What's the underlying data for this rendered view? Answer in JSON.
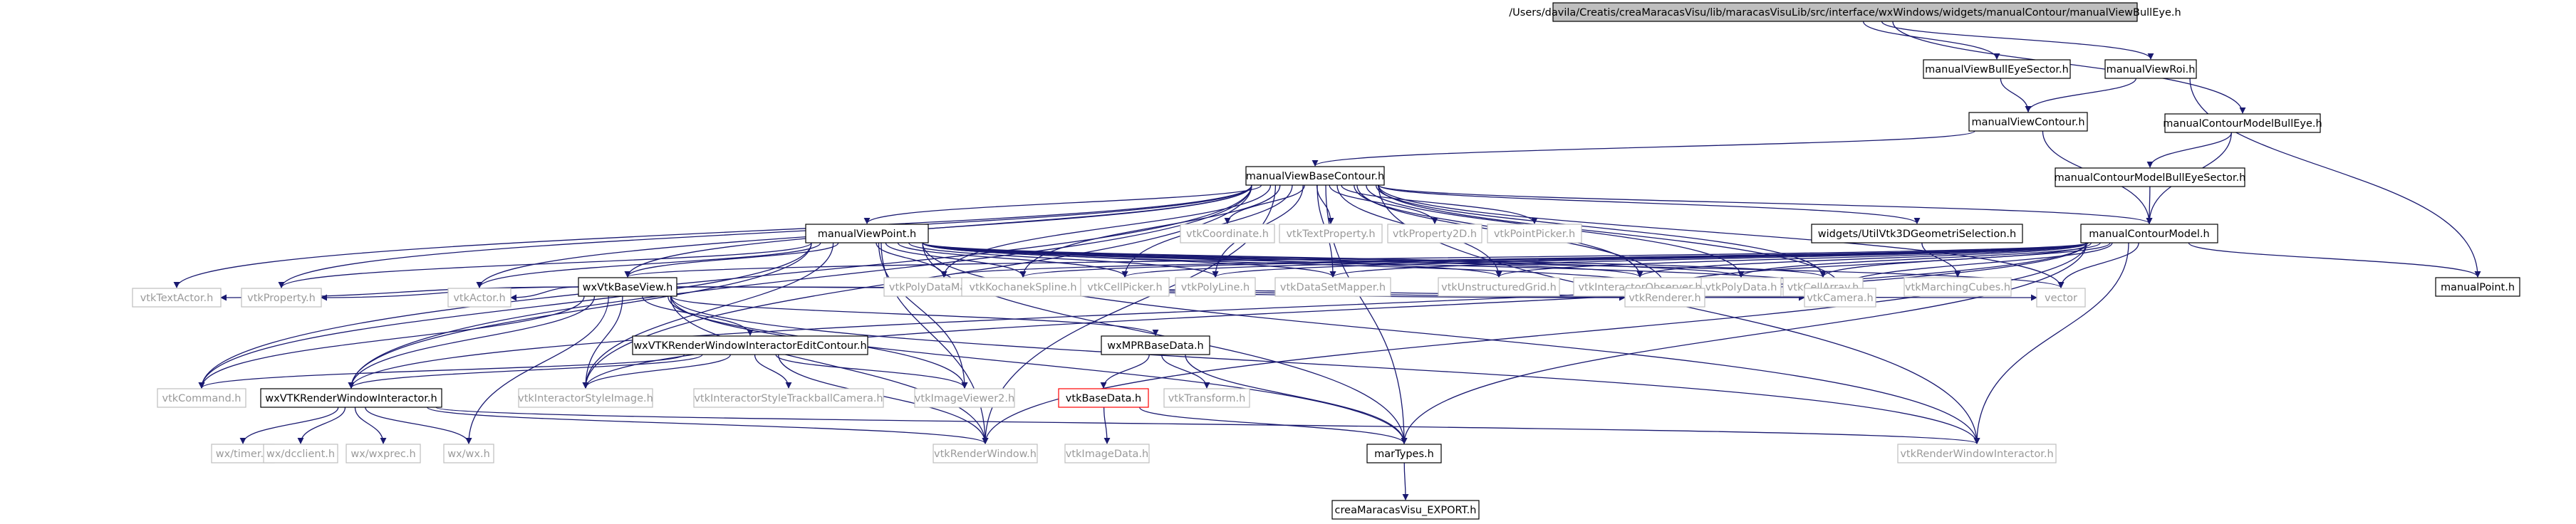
{
  "graph": {
    "root": "/Users/davila/Creatis/creaMaracasVisu/lib/maracasVisuLib/src/interface/wxWindows/widgets/manualContour/manualViewBullEye.h",
    "colors": {
      "edge": "#191970",
      "border_documented": "#000000",
      "border_external": "#bfbfbf",
      "border_missing": "#ff0000",
      "root_fill": "#bfbfbf",
      "node_fill": "#ffffff",
      "text_documented": "#000000",
      "text_external": "#9a9a9a"
    },
    "nodes": {
      "root": {
        "label": "/Users/davila/Creatis/creaMaracasVisu/lib/maracasVisuLib/src/interface/wxWindows/widgets/manualContour/manualViewBullEye.h",
        "kind": "root"
      },
      "viewBullEyeSector": {
        "label": "manualViewBullEyeSector.h",
        "kind": "doc"
      },
      "viewRoi": {
        "label": "manualViewRoi.h",
        "kind": "doc"
      },
      "viewContour": {
        "label": "manualViewContour.h",
        "kind": "doc"
      },
      "modelBullEye": {
        "label": "manualContourModelBullEye.h",
        "kind": "doc"
      },
      "viewBaseContour": {
        "label": "manualViewBaseContour.h",
        "kind": "doc"
      },
      "modelBullEyeSector": {
        "label": "manualContourModelBullEyeSector.h",
        "kind": "doc"
      },
      "vtkCoordinate": {
        "label": "vtkCoordinate.h",
        "kind": "ext"
      },
      "vtkTextProperty": {
        "label": "vtkTextProperty.h",
        "kind": "ext"
      },
      "vtkProperty2D": {
        "label": "vtkProperty2D.h",
        "kind": "ext"
      },
      "vtkPointPicker": {
        "label": "vtkPointPicker.h",
        "kind": "ext"
      },
      "utilVtk3D": {
        "label": "widgets/UtilVtk3DGeometriSelection.h",
        "kind": "doc"
      },
      "viewPoint": {
        "label": "manualViewPoint.h",
        "kind": "doc"
      },
      "contourModel": {
        "label": "manualContourModel.h",
        "kind": "doc"
      },
      "vtkPolyDataMapper": {
        "label": "vtkPolyDataMapper.h",
        "kind": "ext"
      },
      "vtkKochanekSpline": {
        "label": "vtkKochanekSpline.h",
        "kind": "ext"
      },
      "vtkCellPicker": {
        "label": "vtkCellPicker.h",
        "kind": "ext"
      },
      "vtkPolyLine": {
        "label": "vtkPolyLine.h",
        "kind": "ext"
      },
      "vtkDataSetMapper": {
        "label": "vtkDataSetMapper.h",
        "kind": "ext"
      },
      "vtkUnstructuredGrid": {
        "label": "vtkUnstructuredGrid.h",
        "kind": "ext"
      },
      "vtkInteractorObserver": {
        "label": "vtkInteractorObserver.h",
        "kind": "ext"
      },
      "vtkPolyData": {
        "label": "vtkPolyData.h",
        "kind": "ext"
      },
      "vtkCellArray": {
        "label": "vtkCellArray.h",
        "kind": "ext"
      },
      "vtkMarchingCubes": {
        "label": "vtkMarchingCubes.h",
        "kind": "ext"
      },
      "manualPoint": {
        "label": "manualPoint.h",
        "kind": "doc"
      },
      "wxVtkBaseView": {
        "label": "wxVtkBaseView.h",
        "kind": "doc"
      },
      "vtkTextActor": {
        "label": "vtkTextActor.h",
        "kind": "ext"
      },
      "vtkProperty": {
        "label": "vtkProperty.h",
        "kind": "ext"
      },
      "vtkActor": {
        "label": "vtkActor.h",
        "kind": "ext"
      },
      "vtkRenderer": {
        "label": "vtkRenderer.h",
        "kind": "ext"
      },
      "vtkCamera": {
        "label": "vtkCamera.h",
        "kind": "ext"
      },
      "vector": {
        "label": "vector",
        "kind": "ext"
      },
      "wxVTKEditContour": {
        "label": "wxVTKRenderWindowInteractorEditContour.h",
        "kind": "doc"
      },
      "wxMPRBaseData": {
        "label": "wxMPRBaseData.h",
        "kind": "doc"
      },
      "vtkCommand": {
        "label": "vtkCommand.h",
        "kind": "ext"
      },
      "wxVTKRWI": {
        "label": "wxVTKRenderWindowInteractor.h",
        "kind": "doc"
      },
      "vtkInteractorStyleImage": {
        "label": "vtkInteractorStyleImage.h",
        "kind": "ext"
      },
      "vtkTrackball": {
        "label": "vtkInteractorStyleTrackballCamera.h",
        "kind": "ext"
      },
      "vtkImageViewer2": {
        "label": "vtkImageViewer2.h",
        "kind": "ext"
      },
      "vtkBaseData": {
        "label": "vtkBaseData.h",
        "kind": "missing"
      },
      "vtkTransform": {
        "label": "vtkTransform.h",
        "kind": "ext"
      },
      "wxTimer": {
        "label": "wx/timer.h",
        "kind": "ext"
      },
      "wxDcclient": {
        "label": "wx/dcclient.h",
        "kind": "ext"
      },
      "wxExprec": {
        "label": "wx/wxprec.h",
        "kind": "ext"
      },
      "wxWx": {
        "label": "wx/wx.h",
        "kind": "ext"
      },
      "vtkRenderWindow": {
        "label": "vtkRenderWindow.h",
        "kind": "ext"
      },
      "vtkImageData": {
        "label": "vtkImageData.h",
        "kind": "ext"
      },
      "marTypes": {
        "label": "marTypes.h",
        "kind": "doc"
      },
      "vtkRWI": {
        "label": "vtkRenderWindowInteractor.h",
        "kind": "ext"
      },
      "creaExport": {
        "label": "creaMaracasVisu_EXPORT.h",
        "kind": "doc"
      }
    },
    "edges": [
      [
        "root",
        "viewBullEyeSector"
      ],
      [
        "root",
        "viewRoi"
      ],
      [
        "root",
        "modelBullEye"
      ],
      [
        "viewBullEyeSector",
        "viewContour"
      ],
      [
        "viewRoi",
        "viewContour"
      ],
      [
        "viewRoi",
        "manualPoint"
      ],
      [
        "viewContour",
        "viewBaseContour"
      ],
      [
        "viewContour",
        "contourModel"
      ],
      [
        "modelBullEye",
        "modelBullEyeSector"
      ],
      [
        "modelBullEye",
        "contourModel"
      ],
      [
        "modelBullEyeSector",
        "contourModel"
      ],
      [
        "viewBaseContour",
        "vtkCoordinate"
      ],
      [
        "viewBaseContour",
        "vtkTextProperty"
      ],
      [
        "viewBaseContour",
        "vtkProperty2D"
      ],
      [
        "viewBaseContour",
        "vtkPointPicker"
      ],
      [
        "viewBaseContour",
        "utilVtk3D"
      ],
      [
        "viewBaseContour",
        "viewPoint"
      ],
      [
        "viewBaseContour",
        "contourModel"
      ],
      [
        "viewBaseContour",
        "vtkPolyDataMapper"
      ],
      [
        "viewBaseContour",
        "vtkKochanekSpline"
      ],
      [
        "viewBaseContour",
        "vtkCellPicker"
      ],
      [
        "viewBaseContour",
        "vtkPolyLine"
      ],
      [
        "viewBaseContour",
        "vtkDataSetMapper"
      ],
      [
        "viewBaseContour",
        "vtkUnstructuredGrid"
      ],
      [
        "viewBaseContour",
        "vtkInteractorObserver"
      ],
      [
        "viewBaseContour",
        "vtkPolyData"
      ],
      [
        "viewBaseContour",
        "vtkCellArray"
      ],
      [
        "viewBaseContour",
        "wxVtkBaseView"
      ],
      [
        "viewBaseContour",
        "vtkTextActor"
      ],
      [
        "viewBaseContour",
        "vtkProperty"
      ],
      [
        "viewBaseContour",
        "vtkActor"
      ],
      [
        "viewBaseContour",
        "vtkRenderer"
      ],
      [
        "viewBaseContour",
        "vtkCamera"
      ],
      [
        "viewBaseContour",
        "vector"
      ],
      [
        "viewBaseContour",
        "vtkCommand"
      ],
      [
        "viewBaseContour",
        "wxVTKRWI"
      ],
      [
        "viewBaseContour",
        "vtkInteractorStyleImage"
      ],
      [
        "viewBaseContour",
        "vtkRenderWindow"
      ],
      [
        "viewBaseContour",
        "marTypes"
      ],
      [
        "viewBaseContour",
        "vtkRWI"
      ],
      [
        "utilVtk3D",
        "vtkMarchingCubes"
      ],
      [
        "viewPoint",
        "vtkPolyDataMapper"
      ],
      [
        "viewPoint",
        "vtkKochanekSpline"
      ],
      [
        "viewPoint",
        "vtkCellPicker"
      ],
      [
        "viewPoint",
        "vtkPolyLine"
      ],
      [
        "viewPoint",
        "vtkDataSetMapper"
      ],
      [
        "viewPoint",
        "vtkUnstructuredGrid"
      ],
      [
        "viewPoint",
        "vtkInteractorObserver"
      ],
      [
        "viewPoint",
        "vtkPolyData"
      ],
      [
        "viewPoint",
        "vtkCellArray"
      ],
      [
        "viewPoint",
        "wxVtkBaseView"
      ],
      [
        "viewPoint",
        "vtkProperty"
      ],
      [
        "viewPoint",
        "vtkActor"
      ],
      [
        "viewPoint",
        "vtkRenderer"
      ],
      [
        "viewPoint",
        "vtkCamera"
      ],
      [
        "viewPoint",
        "vector"
      ],
      [
        "viewPoint",
        "vtkCommand"
      ],
      [
        "viewPoint",
        "wxVTKRWI"
      ],
      [
        "viewPoint",
        "vtkInteractorStyleImage"
      ],
      [
        "viewPoint",
        "vtkImageViewer2"
      ],
      [
        "viewPoint",
        "vtkRenderWindow"
      ],
      [
        "viewPoint",
        "marTypes"
      ],
      [
        "viewPoint",
        "vtkRWI"
      ],
      [
        "contourModel",
        "vtkPolyDataMapper"
      ],
      [
        "contourModel",
        "vtkKochanekSpline"
      ],
      [
        "contourModel",
        "vtkCellPicker"
      ],
      [
        "contourModel",
        "vtkPolyLine"
      ],
      [
        "contourModel",
        "vtkDataSetMapper"
      ],
      [
        "contourModel",
        "vtkUnstructuredGrid"
      ],
      [
        "contourModel",
        "vtkInteractorObserver"
      ],
      [
        "contourModel",
        "vtkPolyData"
      ],
      [
        "contourModel",
        "vtkCellArray"
      ],
      [
        "contourModel",
        "manualPoint"
      ],
      [
        "contourModel",
        "wxVtkBaseView"
      ],
      [
        "contourModel",
        "vtkRenderer"
      ],
      [
        "contourModel",
        "vtkCamera"
      ],
      [
        "contourModel",
        "vector"
      ],
      [
        "contourModel",
        "wxVTKRWI"
      ],
      [
        "contourModel",
        "vtkInteractorStyleImage"
      ],
      [
        "contourModel",
        "vtkRenderWindow"
      ],
      [
        "contourModel",
        "marTypes"
      ],
      [
        "contourModel",
        "vtkRWI"
      ],
      [
        "wxVtkBaseView",
        "vtkTextActor"
      ],
      [
        "wxVtkBaseView",
        "vtkProperty"
      ],
      [
        "wxVtkBaseView",
        "vtkActor"
      ],
      [
        "wxVtkBaseView",
        "vtkRenderer"
      ],
      [
        "wxVtkBaseView",
        "vtkCamera"
      ],
      [
        "wxVtkBaseView",
        "vector"
      ],
      [
        "wxVtkBaseView",
        "wxVTKEditContour"
      ],
      [
        "wxVtkBaseView",
        "wxMPRBaseData"
      ],
      [
        "wxVtkBaseView",
        "vtkCommand"
      ],
      [
        "wxVtkBaseView",
        "wxVTKRWI"
      ],
      [
        "wxVtkBaseView",
        "vtkInteractorStyleImage"
      ],
      [
        "wxVtkBaseView",
        "vtkImageViewer2"
      ],
      [
        "wxVtkBaseView",
        "wxWx"
      ],
      [
        "wxVtkBaseView",
        "vtkRenderWindow"
      ],
      [
        "wxVtkBaseView",
        "marTypes"
      ],
      [
        "wxVtkBaseView",
        "vtkRWI"
      ],
      [
        "wxVTKEditContour",
        "vtkCommand"
      ],
      [
        "wxVTKEditContour",
        "wxVTKRWI"
      ],
      [
        "wxVTKEditContour",
        "vtkInteractorStyleImage"
      ],
      [
        "wxVTKEditContour",
        "vtkTrackball"
      ],
      [
        "wxVTKEditContour",
        "vtkImageViewer2"
      ],
      [
        "wxVTKEditContour",
        "vtkRenderWindow"
      ],
      [
        "wxMPRBaseData",
        "vtkBaseData"
      ],
      [
        "wxMPRBaseData",
        "vtkTransform"
      ],
      [
        "wxMPRBaseData",
        "marTypes"
      ],
      [
        "vtkBaseData",
        "vtkImageData"
      ],
      [
        "vtkBaseData",
        "marTypes"
      ],
      [
        "wxVTKRWI",
        "wxTimer"
      ],
      [
        "wxVTKRWI",
        "wxDcclient"
      ],
      [
        "wxVTKRWI",
        "wxExprec"
      ],
      [
        "wxVTKRWI",
        "wxWx"
      ],
      [
        "wxVTKRWI",
        "vtkRenderWindow"
      ],
      [
        "wxVTKRWI",
        "vtkRWI"
      ],
      [
        "marTypes",
        "creaExport"
      ]
    ]
  }
}
